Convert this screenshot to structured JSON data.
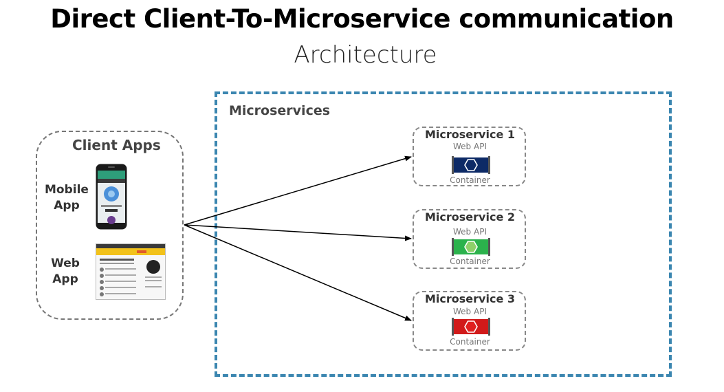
{
  "title": "Direct Client-To-Microservice communication",
  "subtitle": "Architecture",
  "microservices_region": {
    "label": "Microservices",
    "border_color": "#3b86b0"
  },
  "client_apps": {
    "title": "Client Apps",
    "mobile": {
      "label_line1": "Mobile",
      "label_line2": "App"
    },
    "web": {
      "label_line1": "Web",
      "label_line2": "App"
    }
  },
  "microservices": [
    {
      "name": "Microservice 1",
      "api": "Web API",
      "container": "Container",
      "color": "#0d2a66"
    },
    {
      "name": "Microservice 2",
      "api": "Web API",
      "container": "Container",
      "color": "#2bb24c"
    },
    {
      "name": "Microservice 3",
      "api": "Web API",
      "container": "Container",
      "color": "#d11a1a"
    }
  ]
}
